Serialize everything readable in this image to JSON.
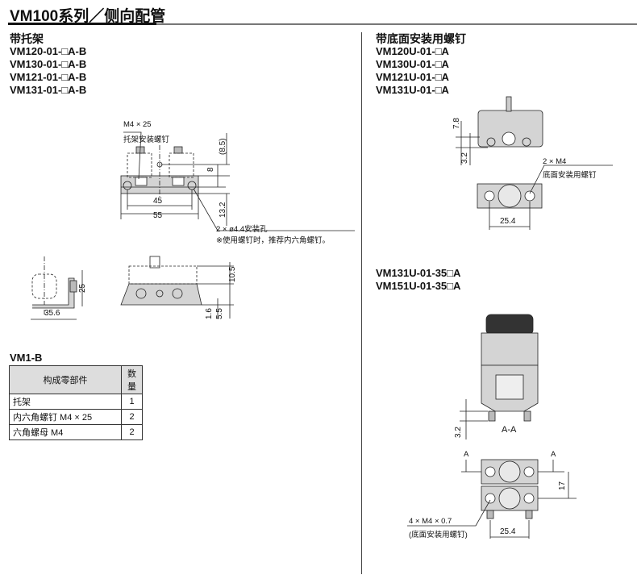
{
  "title": "VM100系列／侧向配管",
  "left": {
    "heading": "带托架",
    "models": [
      "VM120-01-□A-B",
      "VM130-01-□A-B",
      "VM121-01-□A-B",
      "VM131-01-□A-B"
    ],
    "callout_screw": [
      "M4 × 25",
      "托架安装螺钉"
    ],
    "callout_hole": [
      "2 × ø4.4安装孔",
      "※使用螺钉时，推荐内六角螺钉。"
    ],
    "dims": {
      "d8_5": "(8.5)",
      "d8": "8",
      "d13_2": "13.2",
      "d45": "45",
      "d55": "55",
      "d25": "25",
      "d35_6": "35.6",
      "d10_5": "10.5",
      "d1_6": "1.6",
      "d5_5": "5.5"
    },
    "table": {
      "title": "VM1-B",
      "headers": [
        "构成零部件",
        "数量"
      ],
      "rows": [
        [
          "托架",
          "1"
        ],
        [
          "内六角螺钉 M4 × 25",
          "2"
        ],
        [
          "六角螺母 M4",
          "2"
        ]
      ]
    }
  },
  "right": {
    "heading": "带底面安装用螺钉",
    "models": [
      "VM120U-01-□A",
      "VM130U-01-□A",
      "VM121U-01-□A",
      "VM131U-01-□A"
    ],
    "callout_screw": [
      "2 × M4",
      "底面安装用螺钉"
    ],
    "dims": {
      "d7_8": "7.8",
      "d3_2": "3.2",
      "d25_4": "25.4"
    },
    "models2": [
      "VM131U-01-35□A",
      "VM151U-01-35□A"
    ],
    "section_label": "A-A",
    "section_marks": [
      "A",
      "A"
    ],
    "dims2": {
      "d3_2": "3.2",
      "d17": "17",
      "d25_4": "25.4"
    },
    "callout2": [
      "4 × M4 × 0.7",
      "(底面安装用螺钉)"
    ]
  }
}
